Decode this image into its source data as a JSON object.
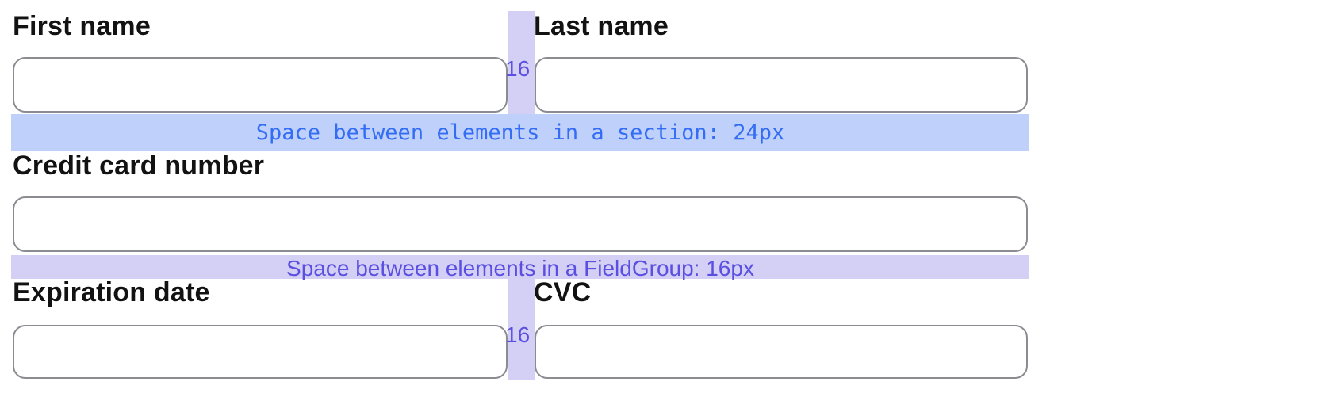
{
  "form": {
    "fields": {
      "first_name": {
        "label": "First name",
        "value": ""
      },
      "last_name": {
        "label": "Last name",
        "value": ""
      },
      "credit_card_number": {
        "label": "Credit card number",
        "value": ""
      },
      "expiration_date": {
        "label": "Expiration date",
        "value": ""
      },
      "cvc": {
        "label": "CVC",
        "value": ""
      }
    }
  },
  "spacing_annotations": {
    "row1_column_gap": "16",
    "section_gap_label": "Space between elements in a section: 24px",
    "fieldgroup_gap_label": "Space between elements in a FieldGroup: 16px",
    "row3_column_gap": "16"
  },
  "colors": {
    "section_bar_bg": "#bfd0fb",
    "section_bar_text": "#336df4",
    "fieldgroup_bar_bg": "#d3cff5",
    "fieldgroup_bar_text": "#5a4fe0",
    "input_border": "#8b8b92",
    "label_text": "#121212"
  }
}
